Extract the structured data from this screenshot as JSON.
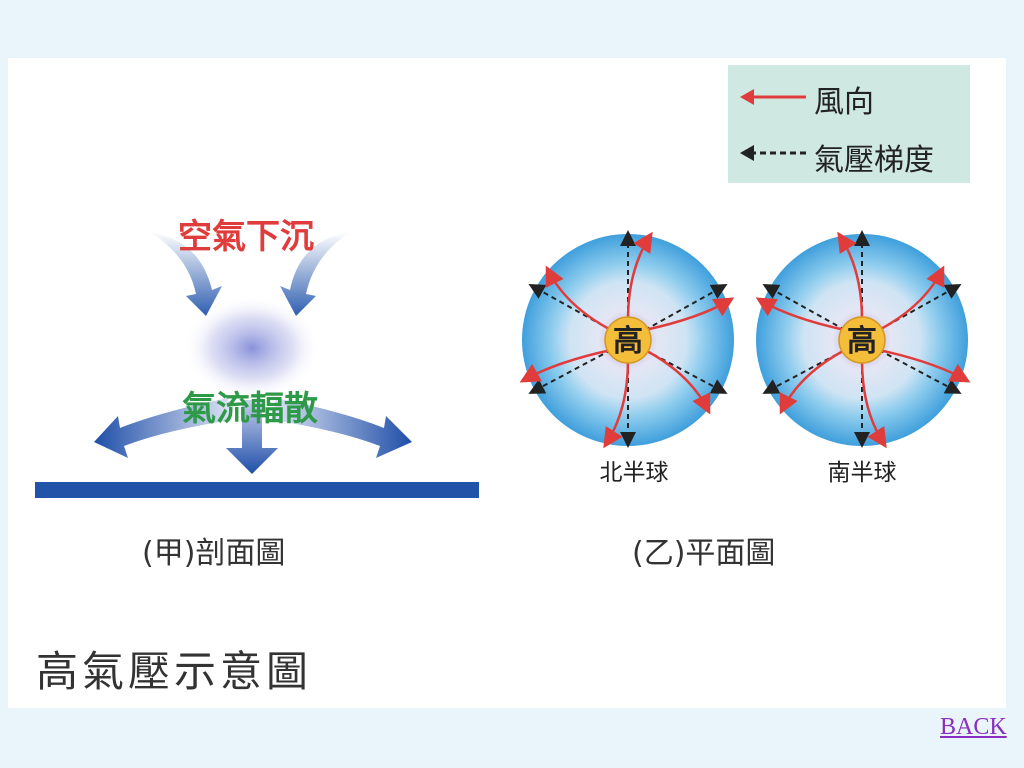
{
  "legend": {
    "wind_direction_label": "風向",
    "pressure_gradient_label": "氣壓梯度",
    "wind_color": "#e03c3c",
    "gradient_color": "#222222"
  },
  "section_view": {
    "sinking_label": "空氣下沉",
    "divergence_label": "氣流輻散",
    "caption": "(甲)剖面圖"
  },
  "plan_view": {
    "center_label": "高",
    "north_label": "北半球",
    "south_label": "南半球",
    "caption": "(乙)平面圖"
  },
  "title": "高氣壓示意圖",
  "back_link": "BACK"
}
